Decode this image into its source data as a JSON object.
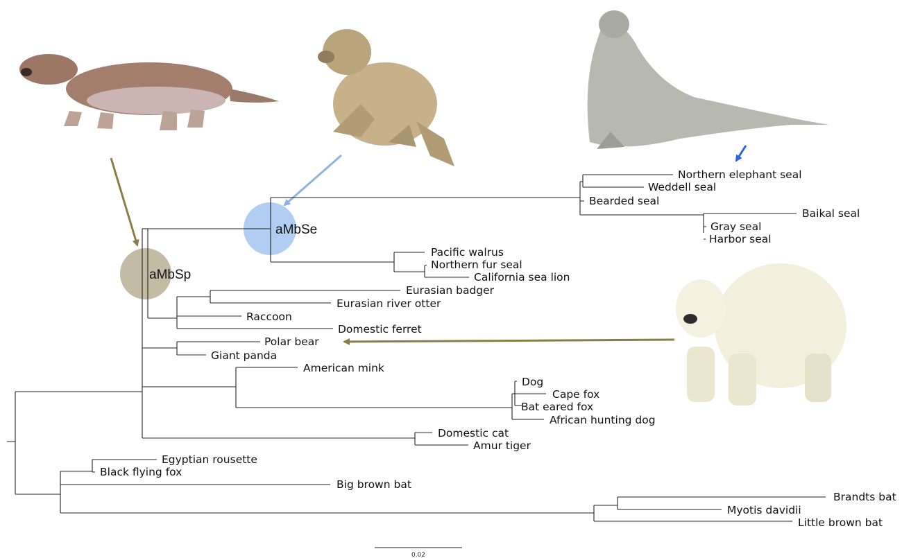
{
  "taxa": {
    "northern_elephant_seal": "Northern elephant seal",
    "weddell_seal": "Weddell seal",
    "bearded_seal": "Bearded seal",
    "baikal_seal": "Baikal seal",
    "gray_seal": "Gray seal",
    "harbor_seal": "Harbor seal",
    "pacific_walrus": "Pacific walrus",
    "northern_fur_seal": "Northern fur seal",
    "california_sea_lion": "California sea lion",
    "eurasian_badger": "Eurasian badger",
    "eurasian_river_otter": "Eurasian river otter",
    "raccoon": "Raccoon",
    "domestic_ferret": "Domestic ferret",
    "polar_bear": "Polar bear",
    "giant_panda": "Giant panda",
    "american_mink": "American mink",
    "dog": "Dog",
    "cape_fox": "Cape fox",
    "bat_eared_fox": "Bat eared fox",
    "african_hunting_dog": "African hunting dog",
    "domestic_cat": "Domestic cat",
    "amur_tiger": "Amur tiger",
    "egyptian_rousette": "Egyptian rousette",
    "black_flying_fox": "Black flying fox",
    "big_brown_bat": "Big brown bat",
    "brandts_bat": "Brandts bat",
    "myotis_davidii": "Myotis davidii",
    "little_brown_bat": "Little brown bat"
  },
  "nodes": {
    "ambsp": "aMbSp",
    "ambse": "aMbSe"
  },
  "scale_bar": {
    "label": "0.02"
  },
  "colors": {
    "olive_arrow": "#8a7d45",
    "light_blue_arrow": "#8fb3e0",
    "blue_arrow": "#2f63e6",
    "ambsp_circle": "#b5aa8e",
    "ambse_circle": "#9ec0ee"
  },
  "illustrations": {
    "ancestral_mustelid": "otter-like-ancestor-illustration",
    "ancestral_seal": "early-pinniped-illustration",
    "elephant_seal": "elephant-seal-illustration",
    "polar_bear": "polar-bear-illustration"
  }
}
